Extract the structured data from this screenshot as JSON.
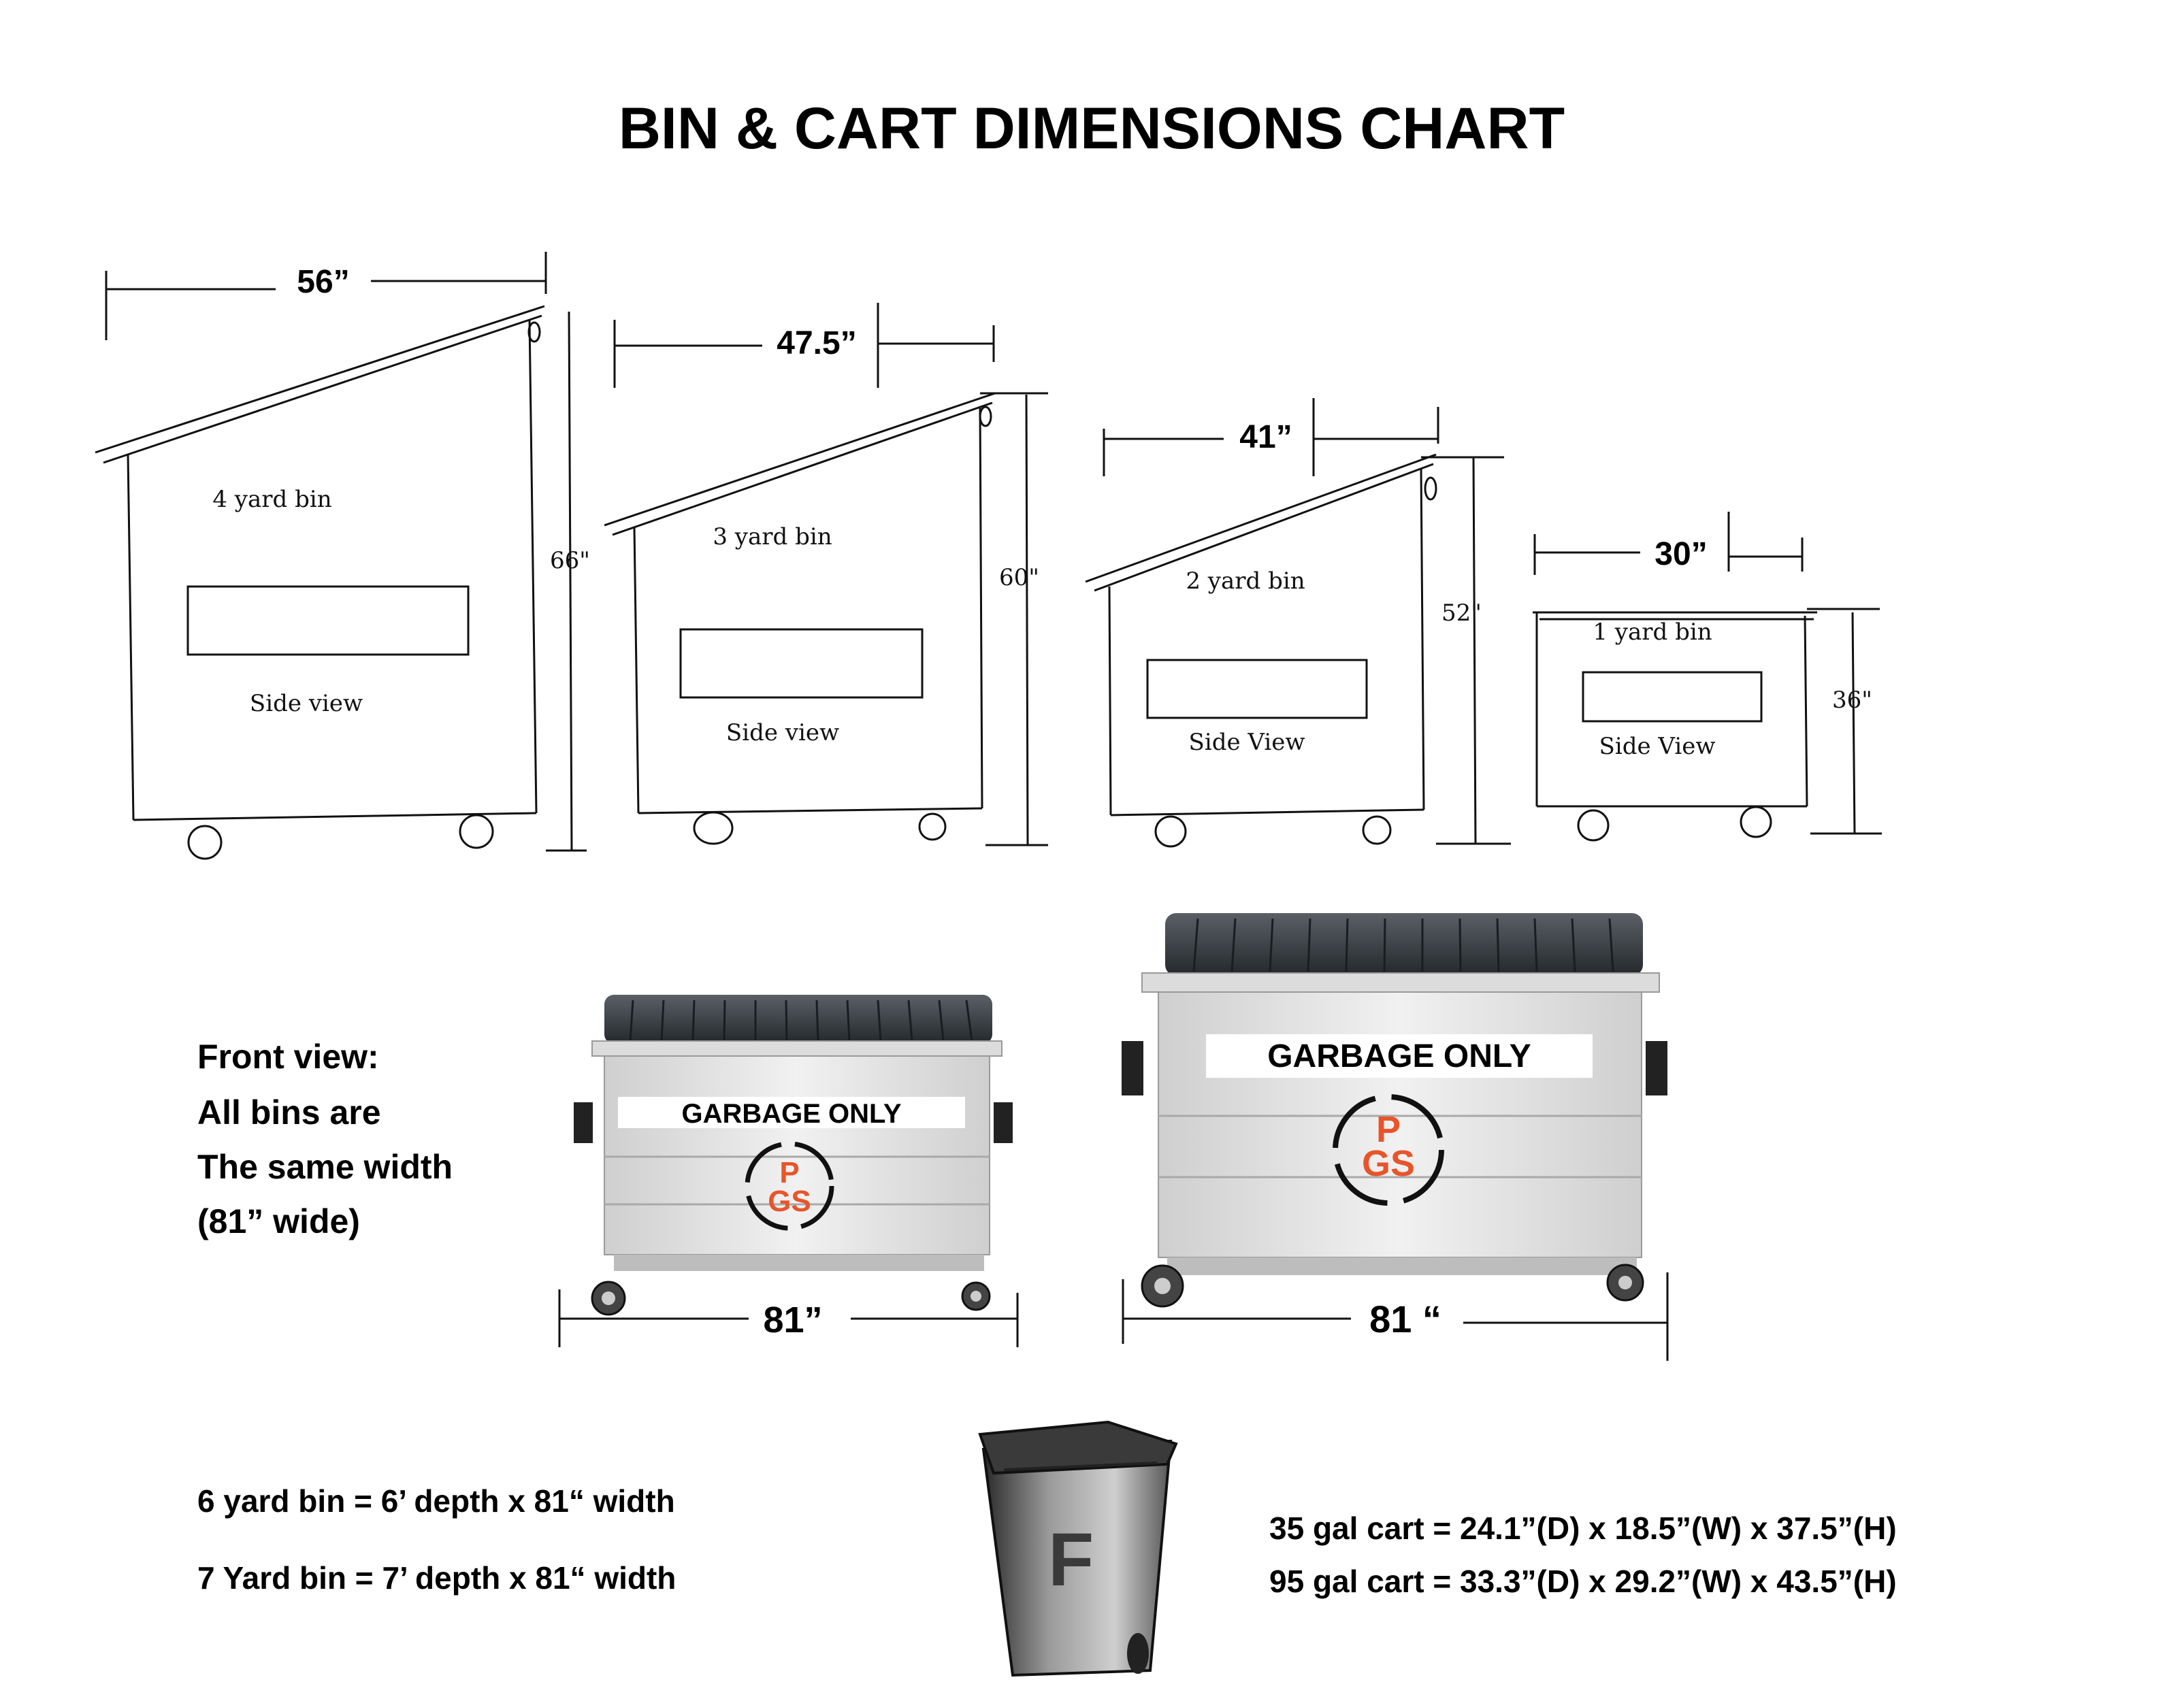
{
  "title": "BIN & CART DIMENSIONS CHART",
  "side_bins": [
    {
      "width_label": "56”",
      "height_label": "66\"",
      "name": "4 yard bin",
      "view": "Side view"
    },
    {
      "width_label": "47.5”",
      "height_label": "60\"",
      "name": "3 yard bin",
      "view": "Side view"
    },
    {
      "width_label": "41”",
      "height_label": "52\"",
      "name": "2 yard bin",
      "view": "Side View"
    },
    {
      "width_label": "30”",
      "height_label": "36\"",
      "name": "1 yard bin",
      "view": "Side View"
    }
  ],
  "front_view": {
    "lines": [
      "Front view:",
      "All bins are",
      "The same width",
      "(81” wide)"
    ],
    "small_bin": {
      "sign": "GARBAGE ONLY",
      "width_label": "81”"
    },
    "large_bin": {
      "sign": "GARBAGE ONLY",
      "width_label": "81 “"
    },
    "logo_letters": "PGS"
  },
  "specs": {
    "bins": [
      "6 yard bin = 6’ depth x 81“ width",
      "7 Yard bin = 7’ depth x 81“ width"
    ],
    "carts": [
      "35 gal cart = 24.1”(D) x 18.5”(W) x 37.5”(H)",
      "95 gal cart = 33.3”(D) x 29.2”(W) x 43.5”(H)"
    ]
  },
  "colors": {
    "lid": "#3a3f44",
    "body": "#e9e9e9",
    "logo": "#e8552a",
    "ink": "#111111"
  }
}
